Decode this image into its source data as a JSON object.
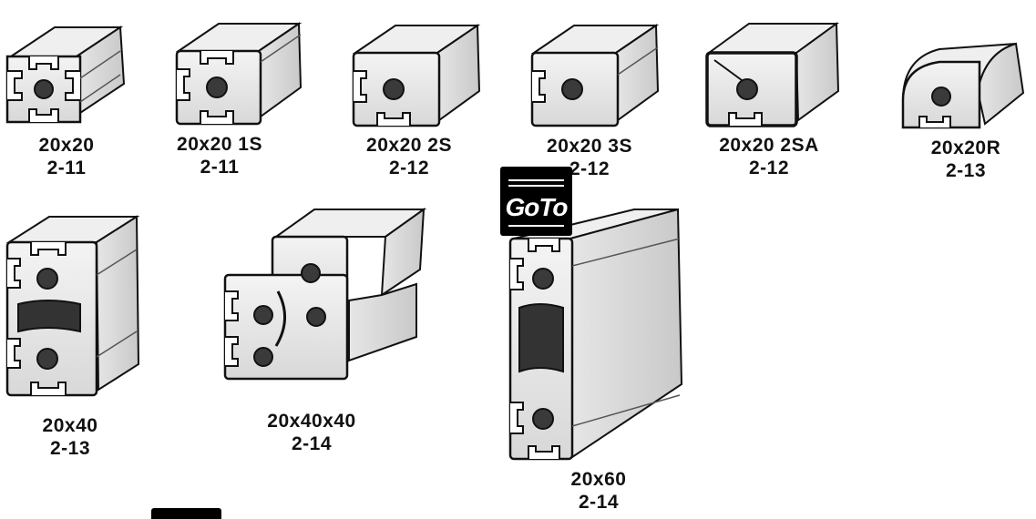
{
  "profiles": [
    {
      "name": "20x20",
      "page": "2-11"
    },
    {
      "name": "20x20 1S",
      "page": "2-11"
    },
    {
      "name": "20x20 2S",
      "page": "2-12"
    },
    {
      "name": "20x20 3S",
      "page": "2-12"
    },
    {
      "name": "20x20 2SA",
      "page": "2-12"
    },
    {
      "name": "20x20R",
      "page": "2-13"
    },
    {
      "name": "20x40",
      "page": "2-13"
    },
    {
      "name": "20x40x40",
      "page": "2-14"
    },
    {
      "name": "20x60",
      "page": "2-14"
    }
  ],
  "goto_label": "GoTo",
  "colors": {
    "metal": "#e9e9e9",
    "shade": "#9c9c9c",
    "dark": "#3a3a3a",
    "line": "#111111",
    "badge": "#000000"
  }
}
